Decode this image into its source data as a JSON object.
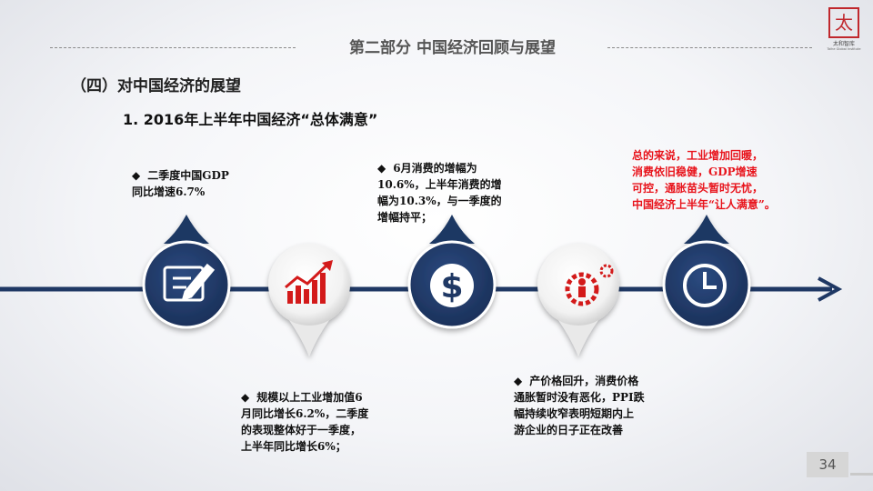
{
  "header": {
    "section_title": "第二部分  中国经济回顾与展望",
    "logo_glyph": "太",
    "logo_cn": "太和智库",
    "logo_en": "Taihe Global Institute"
  },
  "subtitle": "（四）对中国经济的展望",
  "point_title": "1.  2016年上半年中国经济“总体满意”",
  "notes": [
    {
      "bullet": "◆",
      "text": "二季度中国GDP",
      "text2": "同比增速6.7%"
    },
    {
      "bullet": "◆",
      "lines": [
        "规模以上工业增加值6",
        "月同比增长6.2%，二季度",
        "的表现整体好于一季度，",
        "上半年同比增长6%；"
      ]
    },
    {
      "bullet": "◆",
      "lines": [
        "6月消费的增幅为",
        "10.6%，上半年消费的增",
        "幅为10.3%，与一季度的",
        "增幅持平；"
      ]
    },
    {
      "bullet": "◆",
      "lines": [
        "产价格回升，消费价格",
        "通胀暂时没有恶化，PPI跌",
        "幅持续收窄表明短期内上",
        "游企业的日子正在改善"
      ]
    },
    {
      "lines": [
        "总的来说，工业增加回暖，",
        "消费依旧稳健，GDP增速",
        "可控，通胀苗头暂时无忧，",
        "中国经济上半年“让人满意”。"
      ]
    }
  ],
  "icons": [
    "document-edit-icon",
    "growth-chart-icon",
    "dollar-icon",
    "business-gear-icon",
    "clock-icon"
  ],
  "colors": {
    "navy": "#1f3864",
    "red": "#e8141c",
    "accent_red": "#c0282d"
  },
  "page_number": "34"
}
